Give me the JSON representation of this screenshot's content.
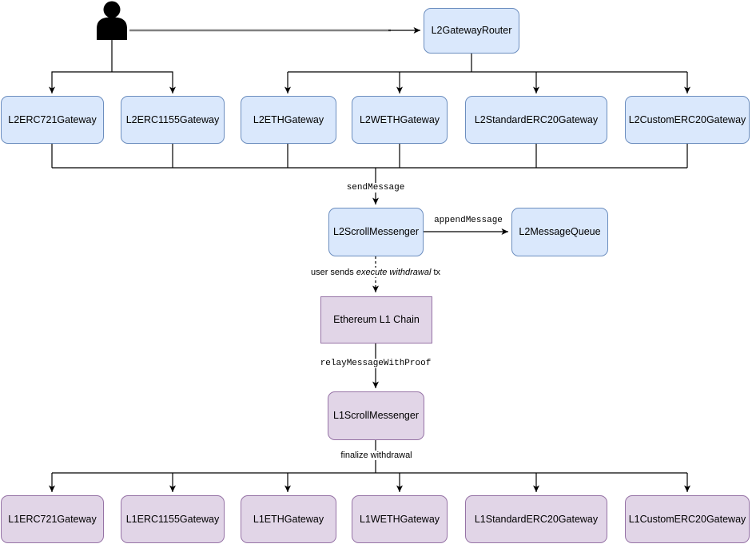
{
  "diagram": {
    "actor": {
      "icon": "person-silhouette"
    },
    "nodes": {
      "l2GatewayRouter": "L2GatewayRouter",
      "l2ERC721Gateway": "L2ERC721Gateway",
      "l2ERC1155Gateway": "L2ERC1155Gateway",
      "l2ETHGateway": "L2ETHGateway",
      "l2WETHGateway": "L2WETHGateway",
      "l2StandardERC20Gateway": "L2StandardERC20Gateway",
      "l2CustomERC20Gateway": "L2CustomERC20Gateway",
      "l2ScrollMessenger": "L2ScrollMessenger",
      "l2MessageQueue": "L2MessageQueue",
      "ethereumL1Chain": "Ethereum L1 Chain",
      "l1ScrollMessenger": "L1ScrollMessenger",
      "l1ERC721Gateway": "L1ERC721Gateway",
      "l1ERC1155Gateway": "L1ERC1155Gateway",
      "l1ETHGateway": "L1ETHGateway",
      "l1WETHGateway": "L1WETHGateway",
      "l1StandardERC20Gateway": "L1StandardERC20Gateway",
      "l1CustomERC20Gateway": "L1CustomERC20Gateway"
    },
    "edges": {
      "sendMessage": "sendMessage",
      "appendMessage": "appendMessage",
      "userSendsPrefix": "user sends ",
      "userSendsItalic": "execute withdrawal",
      "userSendsSuffix": " tx",
      "relayMessageWithProof": "relayMessageWithProof",
      "finalizeWithdrawal": "finalize withdrawal"
    },
    "colors": {
      "l2_box_fill": "#dae8fc",
      "l2_box_stroke": "#6c8ebf",
      "l1_box_fill": "#e1d5e7",
      "l1_box_stroke": "#9673a6",
      "actor_line_gray": "#808080",
      "edge_stroke": "#000000"
    }
  }
}
